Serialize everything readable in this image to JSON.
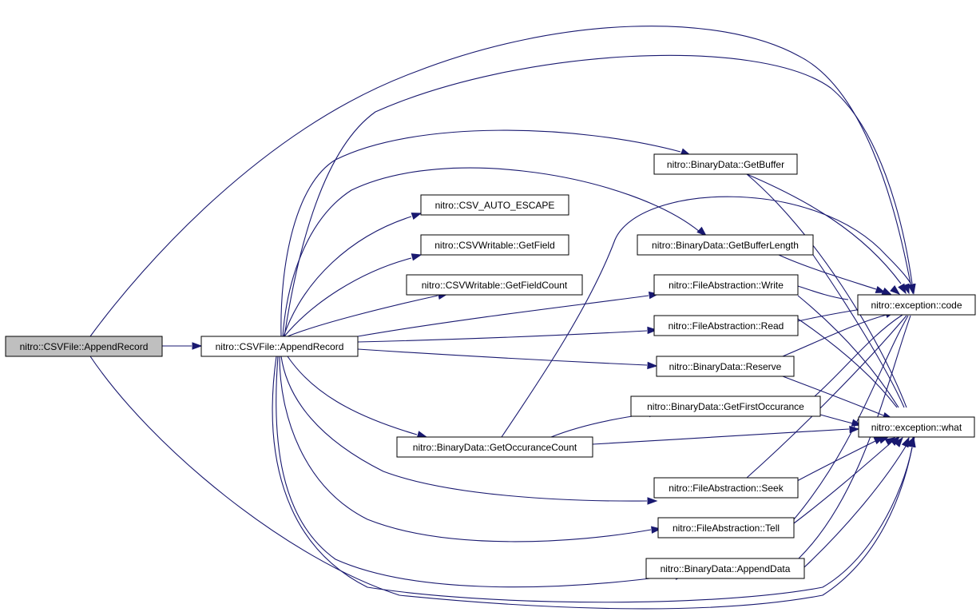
{
  "nodes": [
    {
      "id": "root",
      "label": "nitro::CSVFile::AppendRecord",
      "root": true
    },
    {
      "id": "main",
      "label": "nitro::CSVFile::AppendRecord"
    },
    {
      "id": "esc",
      "label": "nitro::CSV_AUTO_ESCAPE"
    },
    {
      "id": "gf",
      "label": "nitro::CSVWritable::GetField"
    },
    {
      "id": "gfc",
      "label": "nitro::CSVWritable::GetFieldCount"
    },
    {
      "id": "goc",
      "label": "nitro::BinaryData::GetOccuranceCount"
    },
    {
      "id": "gb",
      "label": "nitro::BinaryData::GetBuffer"
    },
    {
      "id": "gbl",
      "label": "nitro::BinaryData::GetBufferLength"
    },
    {
      "id": "write",
      "label": "nitro::FileAbstraction::Write"
    },
    {
      "id": "read",
      "label": "nitro::FileAbstraction::Read"
    },
    {
      "id": "res",
      "label": "nitro::BinaryData::Reserve"
    },
    {
      "id": "gfo",
      "label": "nitro::BinaryData::GetFirstOccurance"
    },
    {
      "id": "seek",
      "label": "nitro::FileAbstraction::Seek"
    },
    {
      "id": "tell",
      "label": "nitro::FileAbstraction::Tell"
    },
    {
      "id": "ad",
      "label": "nitro::BinaryData::AppendData"
    },
    {
      "id": "code",
      "label": "nitro::exception::code"
    },
    {
      "id": "what",
      "label": "nitro::exception::what"
    }
  ],
  "edges": [
    [
      "root",
      "main"
    ],
    [
      "root",
      "code"
    ],
    [
      "root",
      "what"
    ],
    [
      "main",
      "esc"
    ],
    [
      "main",
      "gf"
    ],
    [
      "main",
      "gfc"
    ],
    [
      "main",
      "goc"
    ],
    [
      "main",
      "gb"
    ],
    [
      "main",
      "gbl"
    ],
    [
      "main",
      "write"
    ],
    [
      "main",
      "read"
    ],
    [
      "main",
      "res"
    ],
    [
      "main",
      "seek"
    ],
    [
      "main",
      "tell"
    ],
    [
      "main",
      "ad"
    ],
    [
      "main",
      "code"
    ],
    [
      "main",
      "what"
    ],
    [
      "goc",
      "gfo"
    ],
    [
      "goc",
      "code"
    ],
    [
      "goc",
      "what"
    ],
    [
      "gb",
      "code"
    ],
    [
      "gb",
      "what"
    ],
    [
      "gbl",
      "code"
    ],
    [
      "gbl",
      "what"
    ],
    [
      "write",
      "code"
    ],
    [
      "write",
      "what"
    ],
    [
      "read",
      "code"
    ],
    [
      "read",
      "what"
    ],
    [
      "res",
      "code"
    ],
    [
      "res",
      "what"
    ],
    [
      "gfo",
      "code"
    ],
    [
      "gfo",
      "what"
    ],
    [
      "seek",
      "code"
    ],
    [
      "seek",
      "what"
    ],
    [
      "tell",
      "code"
    ],
    [
      "tell",
      "what"
    ],
    [
      "ad",
      "code"
    ],
    [
      "ad",
      "what"
    ]
  ],
  "colors": {
    "edge": "#191970",
    "root_fill": "#bfbfbf",
    "node_fill": "#ffffff"
  }
}
